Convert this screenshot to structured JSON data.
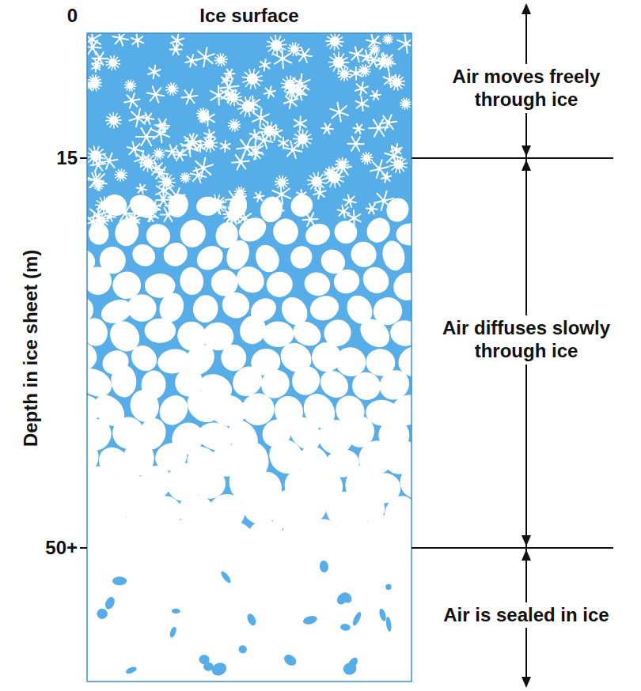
{
  "diagram": {
    "labels": [
      "Ice surface",
      "0",
      "15",
      "50+",
      "Depth in ice sheet (m)",
      "Air moves freely through ice",
      "Air diffuses slowly through ice",
      "Air is sealed in ice"
    ]
  }
}
